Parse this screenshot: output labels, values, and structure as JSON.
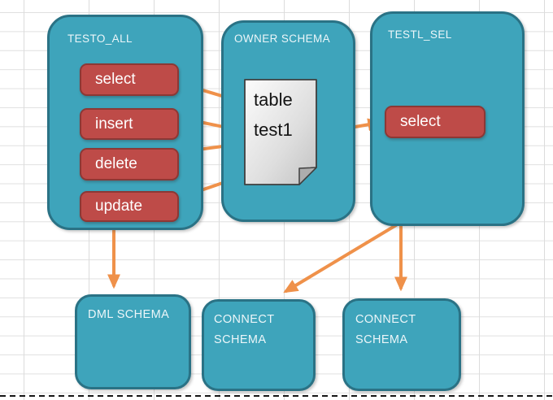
{
  "diagram": {
    "testo_all": {
      "title": "TESTO_ALL",
      "buttons": {
        "select": "select",
        "insert": "insert",
        "delete": "delete",
        "update": "update"
      }
    },
    "owner_schema": {
      "title": "OWNER SCHEMA",
      "document": {
        "line1": "table",
        "line2": "test1"
      }
    },
    "testl_sel": {
      "title": "TESTL_SEL",
      "buttons": {
        "select": "select"
      }
    },
    "dml_schema": {
      "title": "DML SCHEMA"
    },
    "connect_schema_mid": {
      "title": "CONNECT SCHEMA"
    },
    "connect_schema_right": {
      "title": "CONNECT SCHEMA"
    }
  },
  "connections": [
    {
      "from": "table test1",
      "to": "TESTO_ALL select"
    },
    {
      "from": "table test1",
      "to": "TESTO_ALL insert"
    },
    {
      "from": "table test1",
      "to": "TESTO_ALL delete"
    },
    {
      "from": "table test1",
      "to": "TESTO_ALL update"
    },
    {
      "from": "table test1",
      "to": "TESTL_SEL select"
    },
    {
      "from": "TESTO_ALL",
      "to": "DML SCHEMA"
    },
    {
      "from": "TESTL_SEL",
      "to": "CONNECT SCHEMA (mid)"
    },
    {
      "from": "TESTL_SEL",
      "to": "CONNECT SCHEMA (right)"
    }
  ],
  "colors": {
    "box_fill": "#3ea4bb",
    "box_border": "#2a7285",
    "button_fill": "#be4b48",
    "button_border": "#8c3835",
    "arrow": "#ef914a",
    "grid_line": "#dcdcdc",
    "dashed_line": "#161616",
    "document_fill_light": "#fcfcfc",
    "document_fill_dark": "#c2c2c2",
    "document_border": "#3f3f3f",
    "title_text": "#ecf6f9",
    "button_text": "#ffffff",
    "document_text": "#141414"
  }
}
